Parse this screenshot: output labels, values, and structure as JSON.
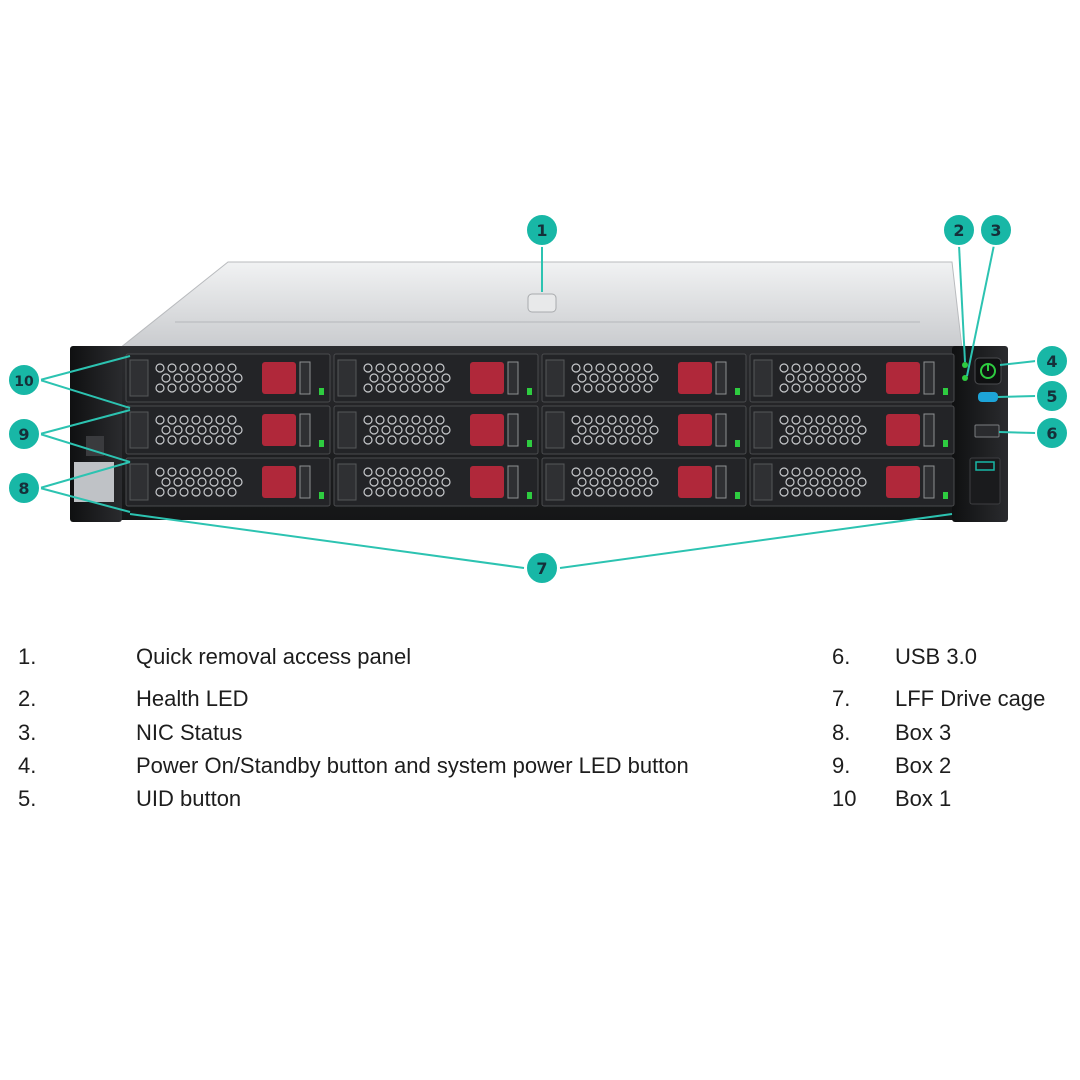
{
  "colors": {
    "callout": "#18b7a6",
    "leader": "#2cc3b1",
    "chassis": "#1d1e20",
    "drive_latch": "#b0283a",
    "led_green": "#2ecc40",
    "uid_blue": "#1da4d8"
  },
  "callouts": [
    "1",
    "2",
    "3",
    "4",
    "5",
    "6",
    "7",
    "8",
    "9",
    "10"
  ],
  "drive_bays": {
    "rows": 3,
    "columns": 4
  },
  "legend": {
    "left": [
      {
        "num": "1.",
        "label": "Quick removal access panel"
      },
      {
        "num": "2.",
        "label": "Health LED"
      },
      {
        "num": "3.",
        "label": "NIC Status"
      },
      {
        "num": "4.",
        "label": "Power On/Standby button and system power LED button"
      },
      {
        "num": "5.",
        "label": "UID button"
      }
    ],
    "right": [
      {
        "num": "6.",
        "label": "USB 3.0"
      },
      {
        "num": "7.",
        "label": "LFF Drive cage"
      },
      {
        "num": "8.",
        "label": "Box 3"
      },
      {
        "num": "9.",
        "label": "Box 2"
      },
      {
        "num": "10",
        "label": "Box 1"
      }
    ]
  }
}
